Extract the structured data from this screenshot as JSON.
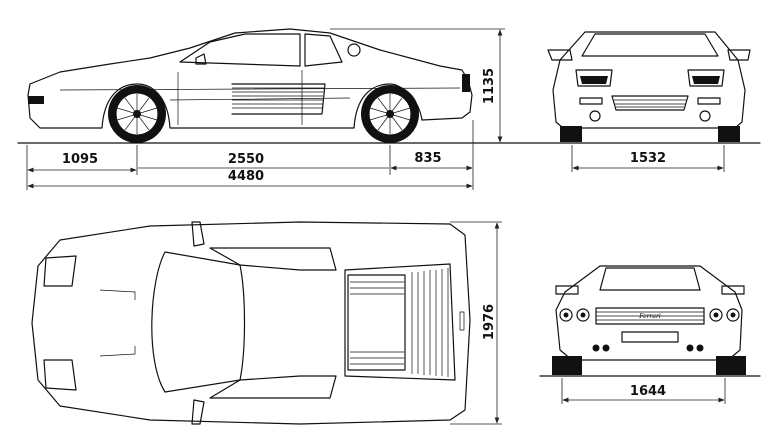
{
  "drawing": {
    "dimensions": {
      "front_overhang": "1095",
      "wheelbase": "2550",
      "rear_overhang": "835",
      "overall_length": "4480",
      "height": "1135",
      "front_track": "1532",
      "width": "1976",
      "rear_track": "1644"
    },
    "logo_text": "Ferrari"
  }
}
